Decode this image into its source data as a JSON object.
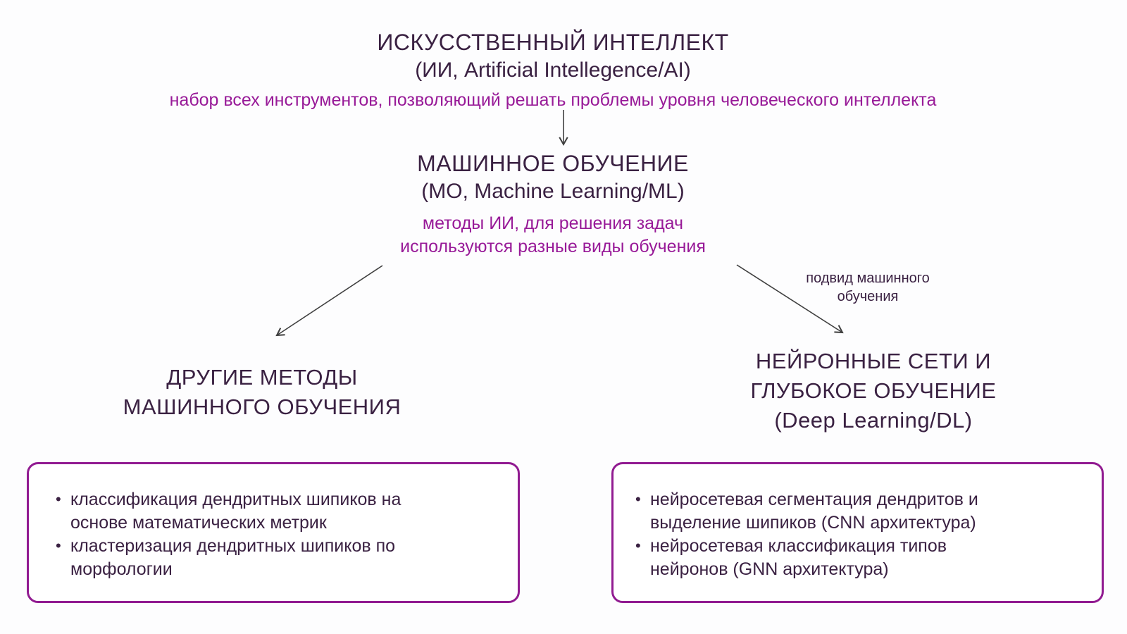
{
  "palette": {
    "background": "#fdfdfe",
    "heading_text": "#3a2142",
    "accent_magenta": "#981a98",
    "box_border": "#911b91",
    "arrow": "#3f3f3f"
  },
  "ui": {
    "bullet_char": "•"
  },
  "ai_node": {
    "title": "ИСКУССТВЕННЫЙ ИНТЕЛЛЕКТ",
    "subtitle": "(ИИ, Artificial Intellegence/AI)",
    "description": "набор всех инструментов, позволяющий решать проблемы уровня человеческого интеллекта"
  },
  "ml_node": {
    "title": "МАШИННОЕ ОБУЧЕНИЕ",
    "subtitle": "(МО, Machine Learning/ML)",
    "description_line1": "методы ИИ, для решения задач",
    "description_line2": "используются разные виды обучения"
  },
  "edge_label": {
    "line1": "подвид машинного",
    "line2": "обучения"
  },
  "other_methods": {
    "title_line1": "ДРУГИЕ МЕТОДЫ",
    "title_line2": "МАШИННОГО ОБУЧЕНИЯ",
    "bullets": [
      "классификация дендритных шипиков на основе математических метрик",
      "кластеризация дендритных шипиков по морфологии"
    ]
  },
  "neural_networks": {
    "title_line1": "НЕЙРОННЫЕ СЕТИ И",
    "title_line2": "ГЛУБОКОЕ ОБУЧЕНИЕ",
    "title_line3": "(Deep Learning/DL)",
    "bullets": [
      "нейросетевая сегментация дендритов и выделение шипиков (CNN архитектура)",
      "нейросетевая классификация типов нейронов (GNN архитектура)"
    ]
  }
}
